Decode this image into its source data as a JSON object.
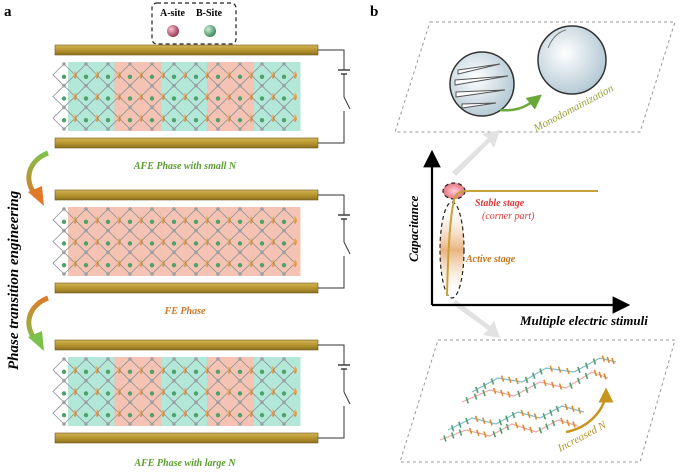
{
  "panel_a": {
    "letter": "a",
    "legend": {
      "a_site": "A-site",
      "b_site": "B-Site"
    },
    "side_label": "Phase transition engineering",
    "captions": [
      "AFE Phase with small N",
      "FE Phase",
      "AFE Phase with large N"
    ],
    "domain_patterns": [
      [
        "AFE",
        "FE",
        "AFE",
        "FE",
        "AFE"
      ],
      [
        "FE",
        "FE",
        "FE",
        "FE",
        "FE"
      ],
      [
        "AFE",
        "FE",
        "AFE",
        "FE",
        "AFE"
      ]
    ]
  },
  "panel_b": {
    "letter": "b",
    "y_axis": "Capacitance",
    "x_axis": "Multiple electric stimuli",
    "stable_label": "Stable stage",
    "stable_sub": "(corner part)",
    "active_label": "Active stage",
    "top_inset": "Monodomainization",
    "bottom_inset": "Increased N"
  },
  "colors": {
    "electrode": "#b8962e",
    "afe_domain": "#a6e3d1",
    "fe_domain": "#f3b8a6",
    "a_site": "#e08a2a",
    "b_site": "#4fa06a",
    "afe_text": "#5a9e2f",
    "fe_text": "#d4762a",
    "stable_text": "#e03a3a",
    "active_text": "#c7741e",
    "curve": "#c9a13a"
  }
}
